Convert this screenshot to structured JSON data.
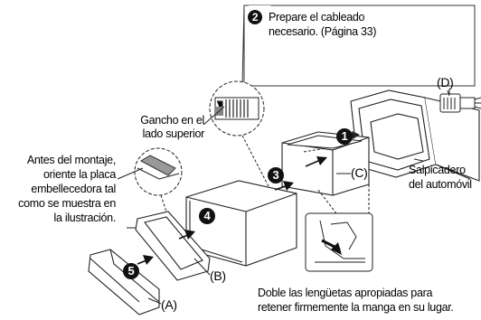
{
  "callout": {
    "step_number": "2",
    "line1": "Prepare el cableado",
    "line2": "necesario. (Página 33)"
  },
  "labels": {
    "connector": "(D)",
    "dashboard_line1": "Salpicadero",
    "dashboard_line2": "del automóvil",
    "sleeve": "(C)",
    "unit": "(B)",
    "front_panel": "(A)"
  },
  "notes": {
    "hook_line1": "Gancho en el",
    "hook_line2": "lado superior",
    "before_line1": "Antes del montaje,",
    "before_line2": "oriente la placa",
    "before_line3": "embellecedora tal",
    "before_line4": "como se muestra en",
    "before_line5": "la ilustración.",
    "bend_line1": "Doble las lengüetas apropiadas para",
    "bend_line2": "retener firmemente la manga en su lugar."
  },
  "steps": {
    "step1": "1",
    "step3": "3",
    "step4": "4",
    "step5": "5"
  }
}
